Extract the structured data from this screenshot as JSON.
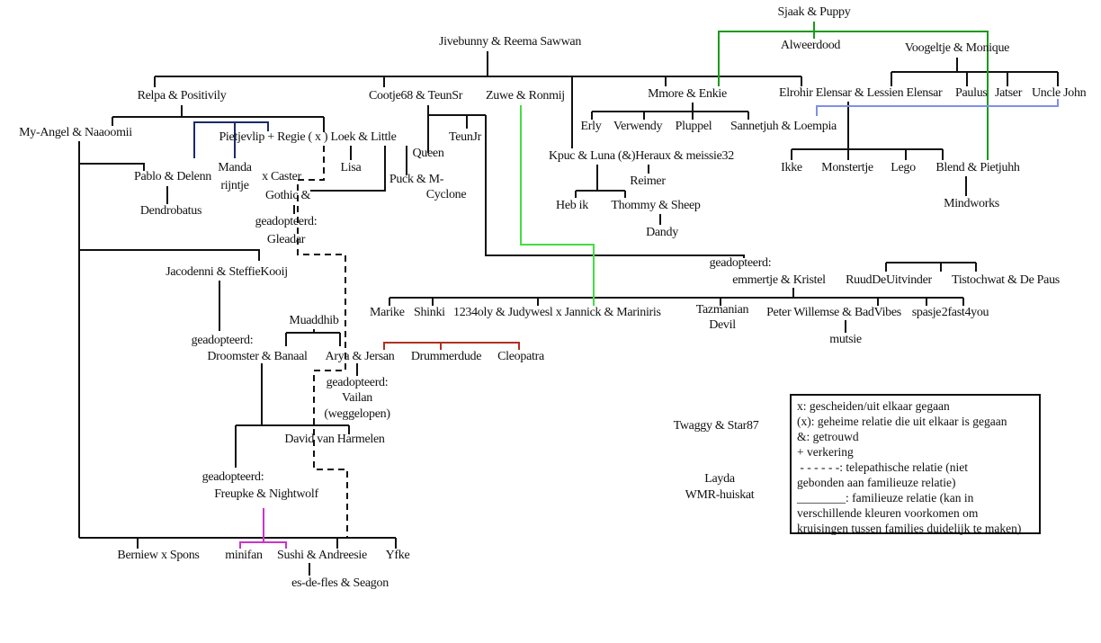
{
  "title": "Family tree",
  "colors": {
    "lines": "#111111",
    "green_dark": "#1a9a1a",
    "green_light": "#44dd44",
    "blue_dark": "#1a2a6a",
    "periwinkle": "#7f8fe8",
    "red": "#b03020",
    "magenta": "#cc33cc"
  },
  "nodes": [
    "Sjaak & Puppy",
    "Alweerdood",
    "Jivebunny & Reema Sawwan",
    "Voogeltje & Monique",
    "Relpa & Positivily",
    "Cootje68 & TeunSr",
    "Zuwe & Ronmij",
    "Mmore & Enkie",
    "Elrohir Elensar & Lessien Elensar",
    "Paulus",
    "Jatser",
    "Uncle John",
    "My-Angel  & Naaoomii",
    "Pietjevlip + Regie ( x ) Loek & Little",
    "TeunJr",
    "Queen",
    "Lisa",
    "Pablo & Delenn",
    "Manda",
    "rijntje",
    "x Caster",
    "Gothic &",
    "Puck & M-",
    "Cyclone",
    "Dendrobatus",
    "geadopteerd:",
    "Gleadar",
    "Erly",
    "Verwendy",
    "Pluppel",
    "Sannetjuh & Loempia",
    "Kpuc & Luna (&)Heraux & meissie32",
    "Reimer",
    "Heb ik",
    "Thommy & Sheep",
    "Dandy",
    "Ikke",
    "Monstertje",
    "Lego",
    "Blend & Pietjuhh",
    "Mindworks",
    "Jacodenni & SteffieKooij",
    "geadopteerd:",
    "emmertje & Kristel",
    "RuudDeUitvinder",
    "Tistochwat & De Paus",
    "Marike",
    "Shinki",
    "1234oly & Judywesl x Jannick & Mariniris",
    "Tazmanian",
    "Devil",
    "Peter Willemse & BadVibes",
    "spasje",
    "2fast4you",
    "mutsie",
    "Muaddhib",
    "geadopteerd:",
    "Droomster & Banaal",
    "Arya & Jersan",
    "Drummerdude",
    "Cleopatra",
    "geadopteerd:",
    "Vailan",
    "(weggelopen)",
    "David van Harmelen",
    "Twaggy & Star87",
    "Layda",
    "WMR-huiskat",
    "geadopteerd:",
    "Freupke & Nightwolf",
    "Berniew x Spons",
    "minifan",
    "Sushi & Andreesie",
    "Yfke",
    "es-de-fles & Seagon"
  ],
  "legend": [
    "x: gescheiden/uit elkaar gegaan",
    "(x): geheime relatie die uit elkaar is gegaan",
    "&: getrouwd",
    "+ verkering",
    " - - - - - -: telepathische relatie (niet",
    "gebonden aan familieuze relatie)",
    "________: familieuze relatie (kan in",
    "verschillende kleuren voorkomen om",
    "kruisingen tussen families duidelijk te maken)"
  ]
}
